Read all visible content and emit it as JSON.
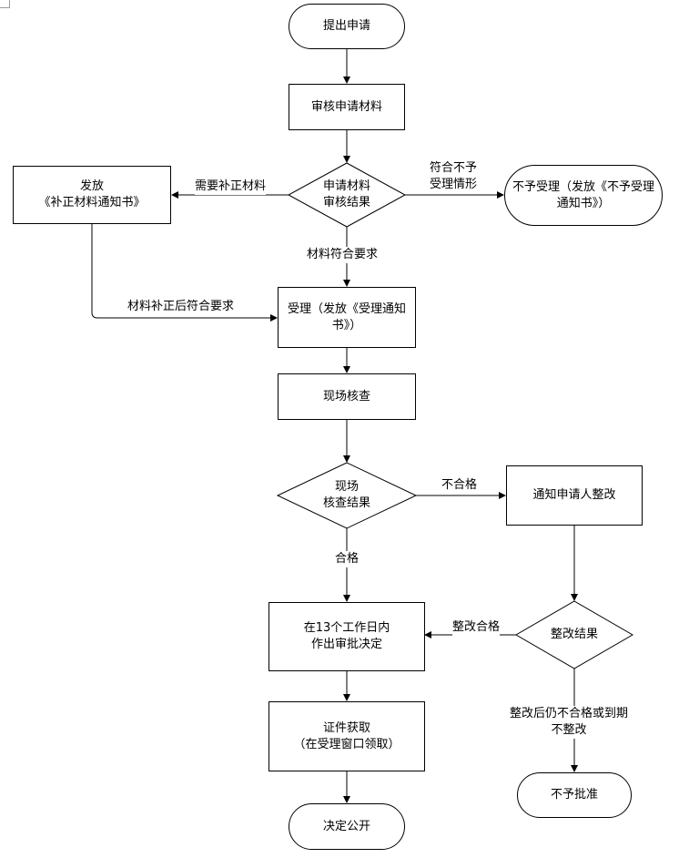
{
  "nodes": {
    "start": "提出申请",
    "review_materials": "审核申请材料",
    "review_result": [
      "申请材料",
      "审核结果"
    ],
    "issue_supplement": [
      "发放",
      "《补正材料通知书》"
    ],
    "not_accepted": [
      "不予受理（发放《不予受理",
      "通知书》）"
    ],
    "accept": [
      "受理（发放《受理通知",
      "书》）"
    ],
    "site_inspection": "现场核查",
    "inspection_result": [
      "现场",
      "核查结果"
    ],
    "notify_rectify": "通知申请人整改",
    "rectify_result": "整改结果",
    "decision": [
      "在13个工作日内",
      "作出审批决定"
    ],
    "certificate": [
      "证件获取",
      "（在受理窗口领取）"
    ],
    "not_approved": "不予批准",
    "publicize": "决定公开"
  },
  "labels": {
    "need_supplement": "需要补正材料",
    "not_qualified_case": [
      "符合不予",
      "受理情形"
    ],
    "materials_ok": "材料符合要求",
    "supplement_ok": "材料补正后符合要求",
    "fail": "不合格",
    "pass": "合格",
    "rectify_pass": "整改合格",
    "rectify_fail": [
      "整改后仍不合格或到期",
      "不整改"
    ]
  }
}
